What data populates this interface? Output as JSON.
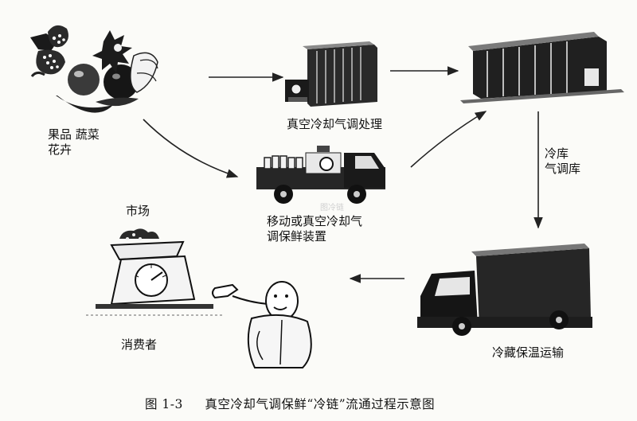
{
  "labels": {
    "fruits_line1": "果品  蔬菜",
    "fruits_line2": "花卉",
    "vacuum": "真空冷却气调处理",
    "mobile_line1": "移动或真空冷却气",
    "mobile_line2": "调保鲜装置",
    "cold_line1": "冷库",
    "cold_line2": "气调库",
    "market": "市场",
    "consumer": "消费者",
    "transport": "冷藏保温运输"
  },
  "caption": {
    "figure": "图 1-3",
    "text": "真空冷却气调保鲜“冷链”流通过程示意图"
  },
  "watermark": "图冷链"
}
